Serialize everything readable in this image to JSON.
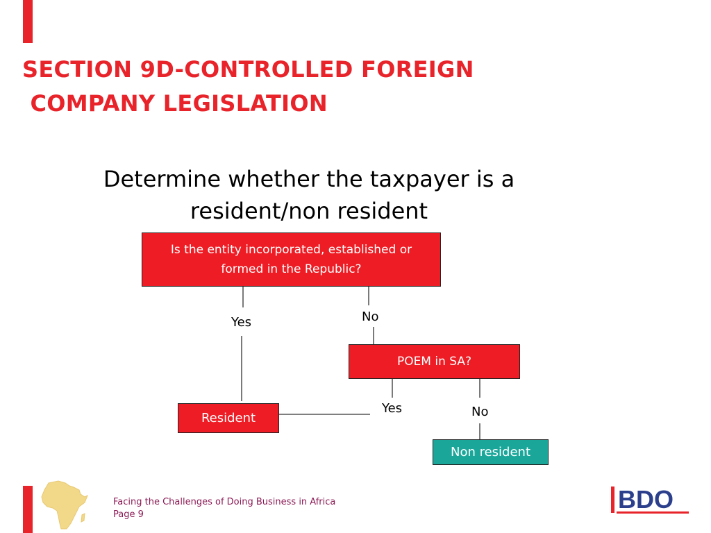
{
  "slide": {
    "title_line1": "SECTION 9D-CONTROLLED FOREIGN",
    "title_line2": " COMPANY LEGISLATION",
    "subtitle_line1": "Determine whether the taxpayer is a",
    "subtitle_line2": "resident/non resident"
  },
  "flowchart": {
    "question1": "Is the entity incorporated, established or formed in the Republic?",
    "label_yes_1": "Yes",
    "label_no_1": "No",
    "question2": "POEM in SA?",
    "label_yes_2": "Yes",
    "label_no_2": "No",
    "outcome_resident": "Resident",
    "outcome_non_resident": "Non resident"
  },
  "footer": {
    "title": "Facing the Challenges of Doing Business in Africa",
    "page": "Page 9"
  },
  "logo": {
    "text": "BDO"
  },
  "colors": {
    "accent_red": "#e8232a",
    "box_red": "#ee1c24",
    "box_teal": "#1aa79a",
    "footer_text": "#8b1a55",
    "logo_blue": "#2b3f8c",
    "map_gold": "#f2d98a"
  },
  "icons": {
    "footer_map": "africa-map-icon",
    "brand_logo": "bdo-logo"
  }
}
